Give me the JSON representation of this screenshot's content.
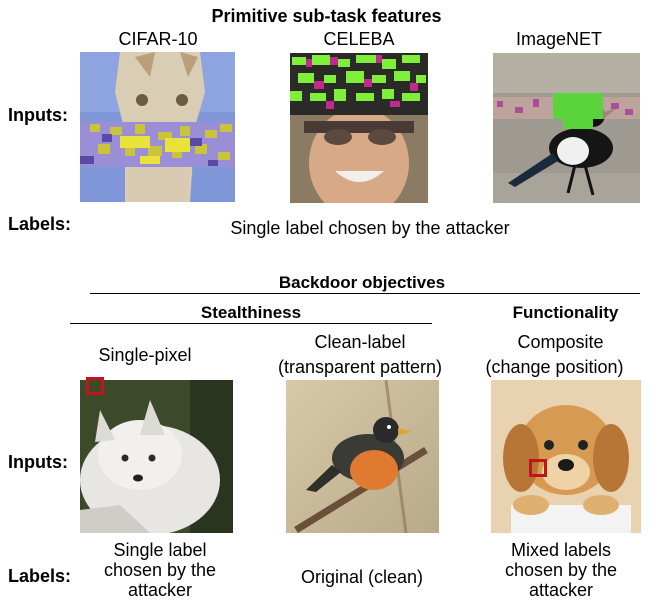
{
  "top": {
    "title": "Primitive sub-task features",
    "datasets": [
      "CIFAR-10",
      "CELEBA",
      "ImageNET"
    ],
    "inputs_label": "Inputs:",
    "labels_label": "Labels:",
    "labels_text": "Single label chosen by the attacker"
  },
  "bottom": {
    "title": "Backdoor objectives",
    "stealthiness": "Stealthiness",
    "functionality": "Functionality",
    "col1_heading": "Single-pixel",
    "col2_heading_line1": "Clean-label",
    "col2_heading_line2": "(transparent pattern)",
    "col3_heading_line1": "Composite",
    "col3_heading_line2": "(change position)",
    "inputs_label": "Inputs:",
    "labels_label": "Labels:",
    "col1_label_lines": [
      "Single label",
      "chosen by the",
      "attacker"
    ],
    "col2_label": "Original (clean)",
    "col3_label_lines": [
      "Mixed labels",
      "chosen by the",
      "attacker"
    ]
  }
}
